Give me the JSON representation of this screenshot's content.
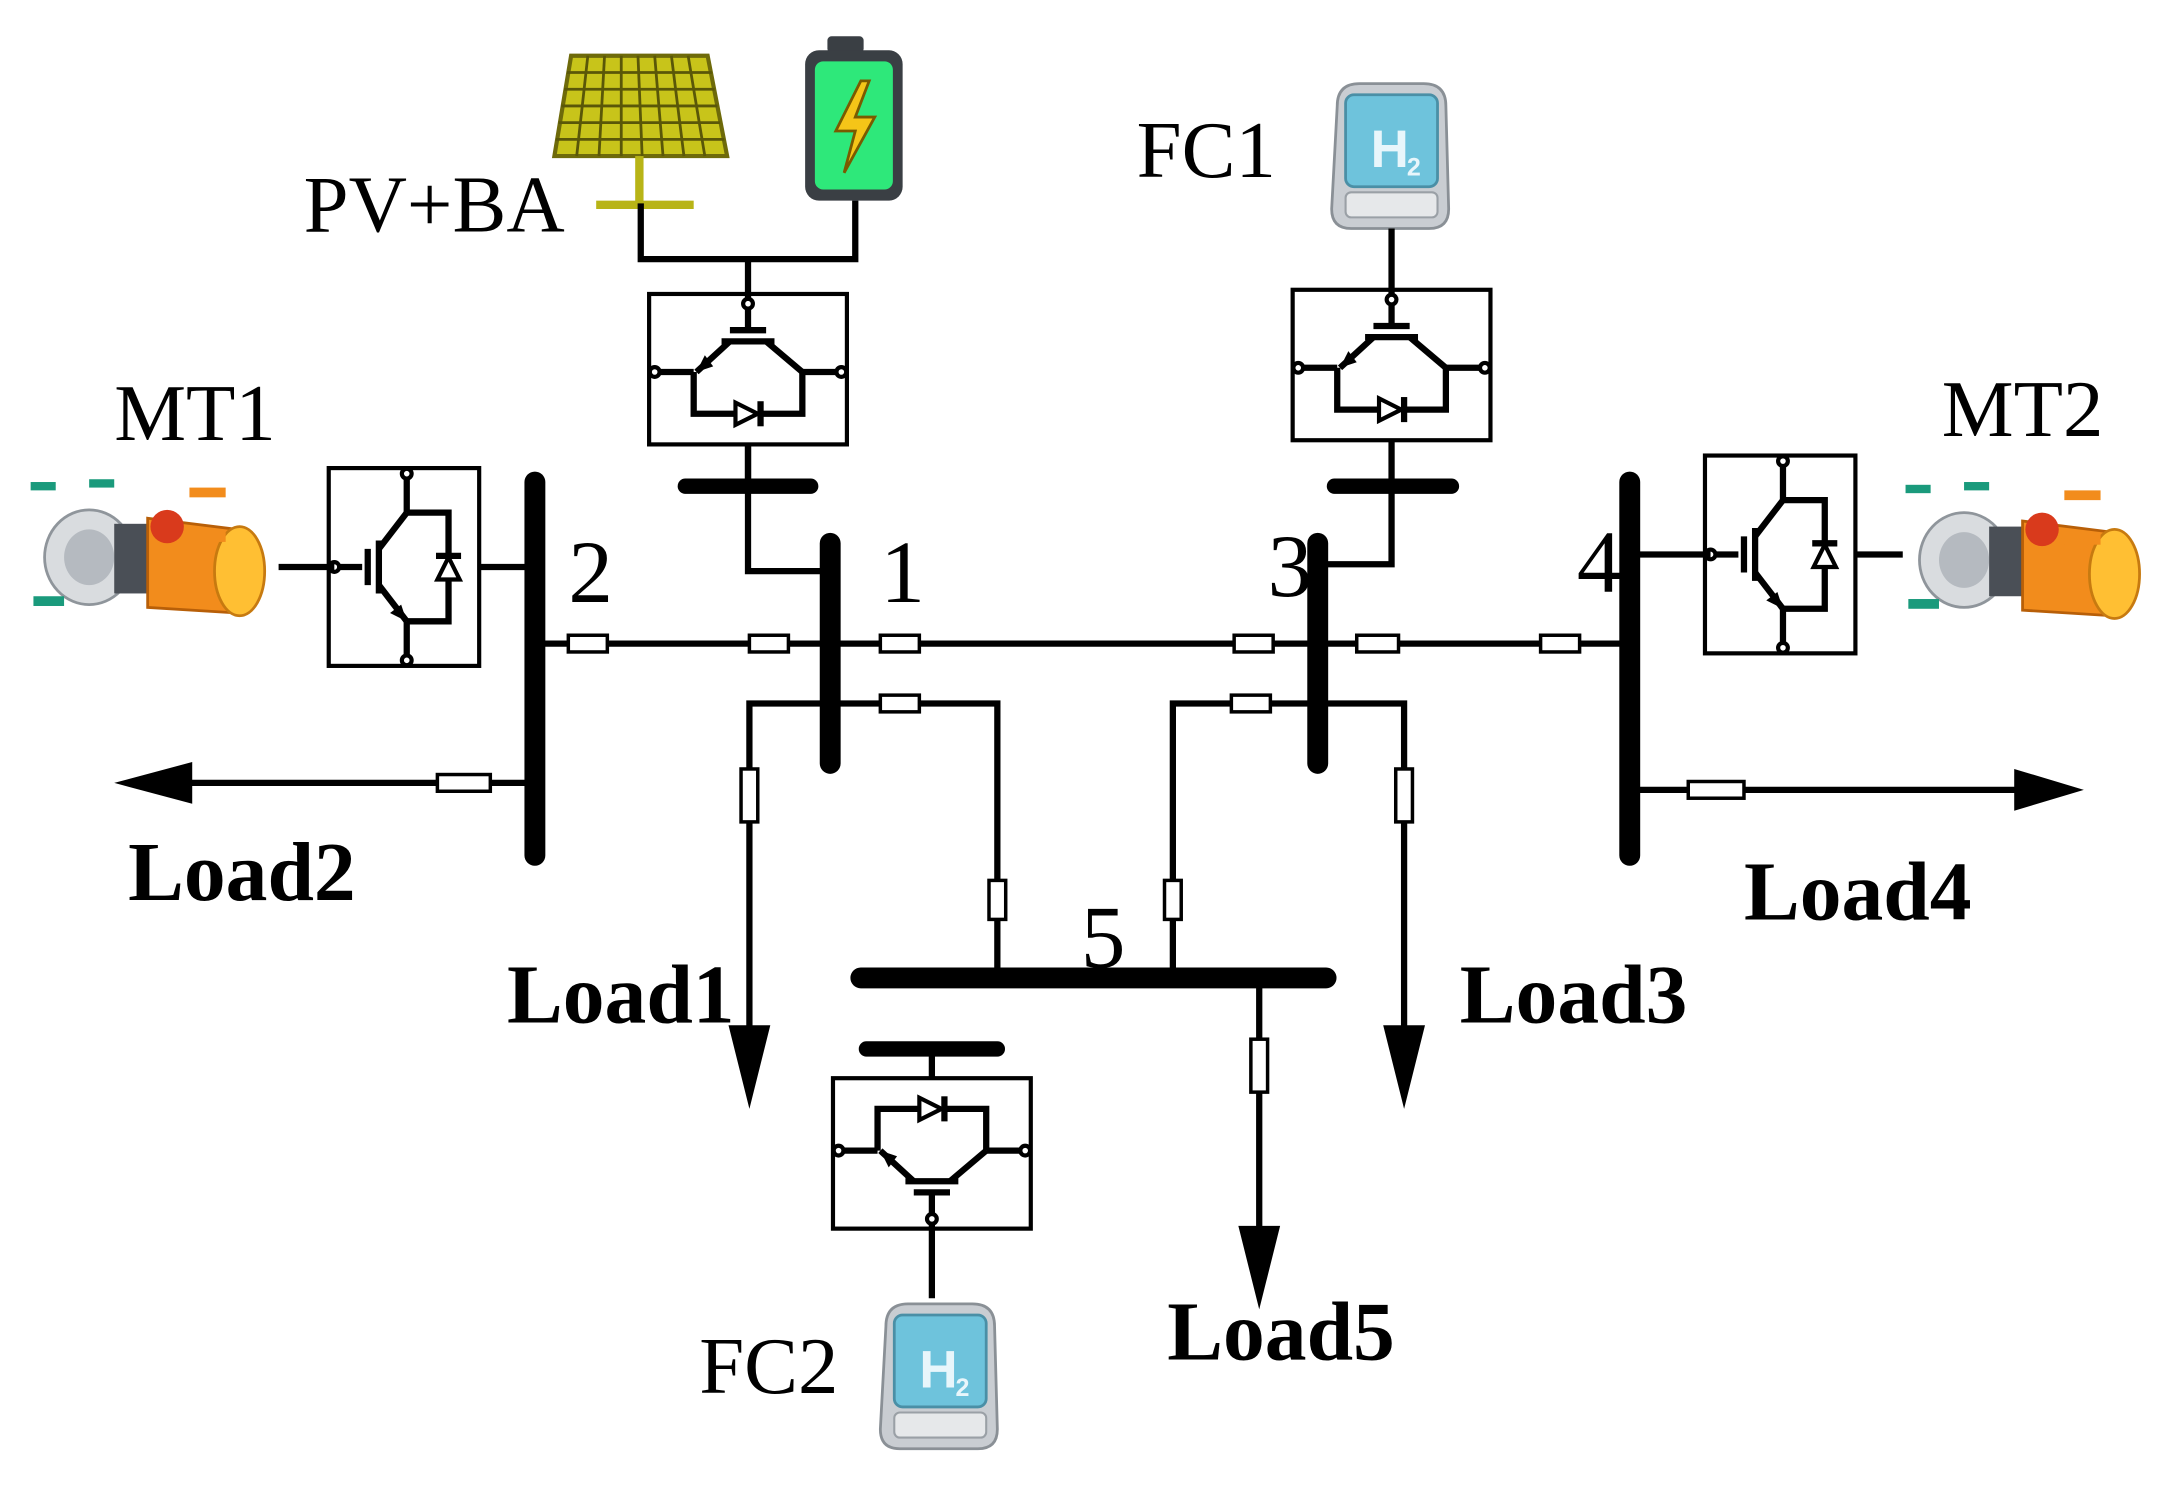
{
  "buses": [
    {
      "id": "1",
      "label": "1"
    },
    {
      "id": "2",
      "label": "2"
    },
    {
      "id": "3",
      "label": "3"
    },
    {
      "id": "4",
      "label": "4"
    },
    {
      "id": "5",
      "label": "5"
    }
  ],
  "sources": {
    "pv_ba": {
      "label": "PV+BA",
      "icons": [
        "solar-panel-icon",
        "battery-icon"
      ]
    },
    "fc1": {
      "label": "FC1",
      "icon": "hydrogen-fuel-cell-icon",
      "icon_text": "H2"
    },
    "fc2": {
      "label": "FC2",
      "icon": "hydrogen-fuel-cell-icon",
      "icon_text": "H2"
    },
    "mt1": {
      "label": "MT1",
      "icon": "microturbine-icon"
    },
    "mt2": {
      "label": "MT2",
      "icon": "microturbine-icon"
    }
  },
  "loads": {
    "load1": "Load1",
    "load2": "Load2",
    "load3": "Load3",
    "load4": "Load4",
    "load5": "Load5"
  },
  "colors": {
    "line": "#000000",
    "solar_panel": "#c8c41a",
    "battery_body": "#2ee87a",
    "battery_bolt": "#f5c518",
    "fuel_cell_body": "#c9cdd2",
    "fuel_cell_window": "#6ec3dc",
    "turbine_accent": "#f28c1c"
  }
}
